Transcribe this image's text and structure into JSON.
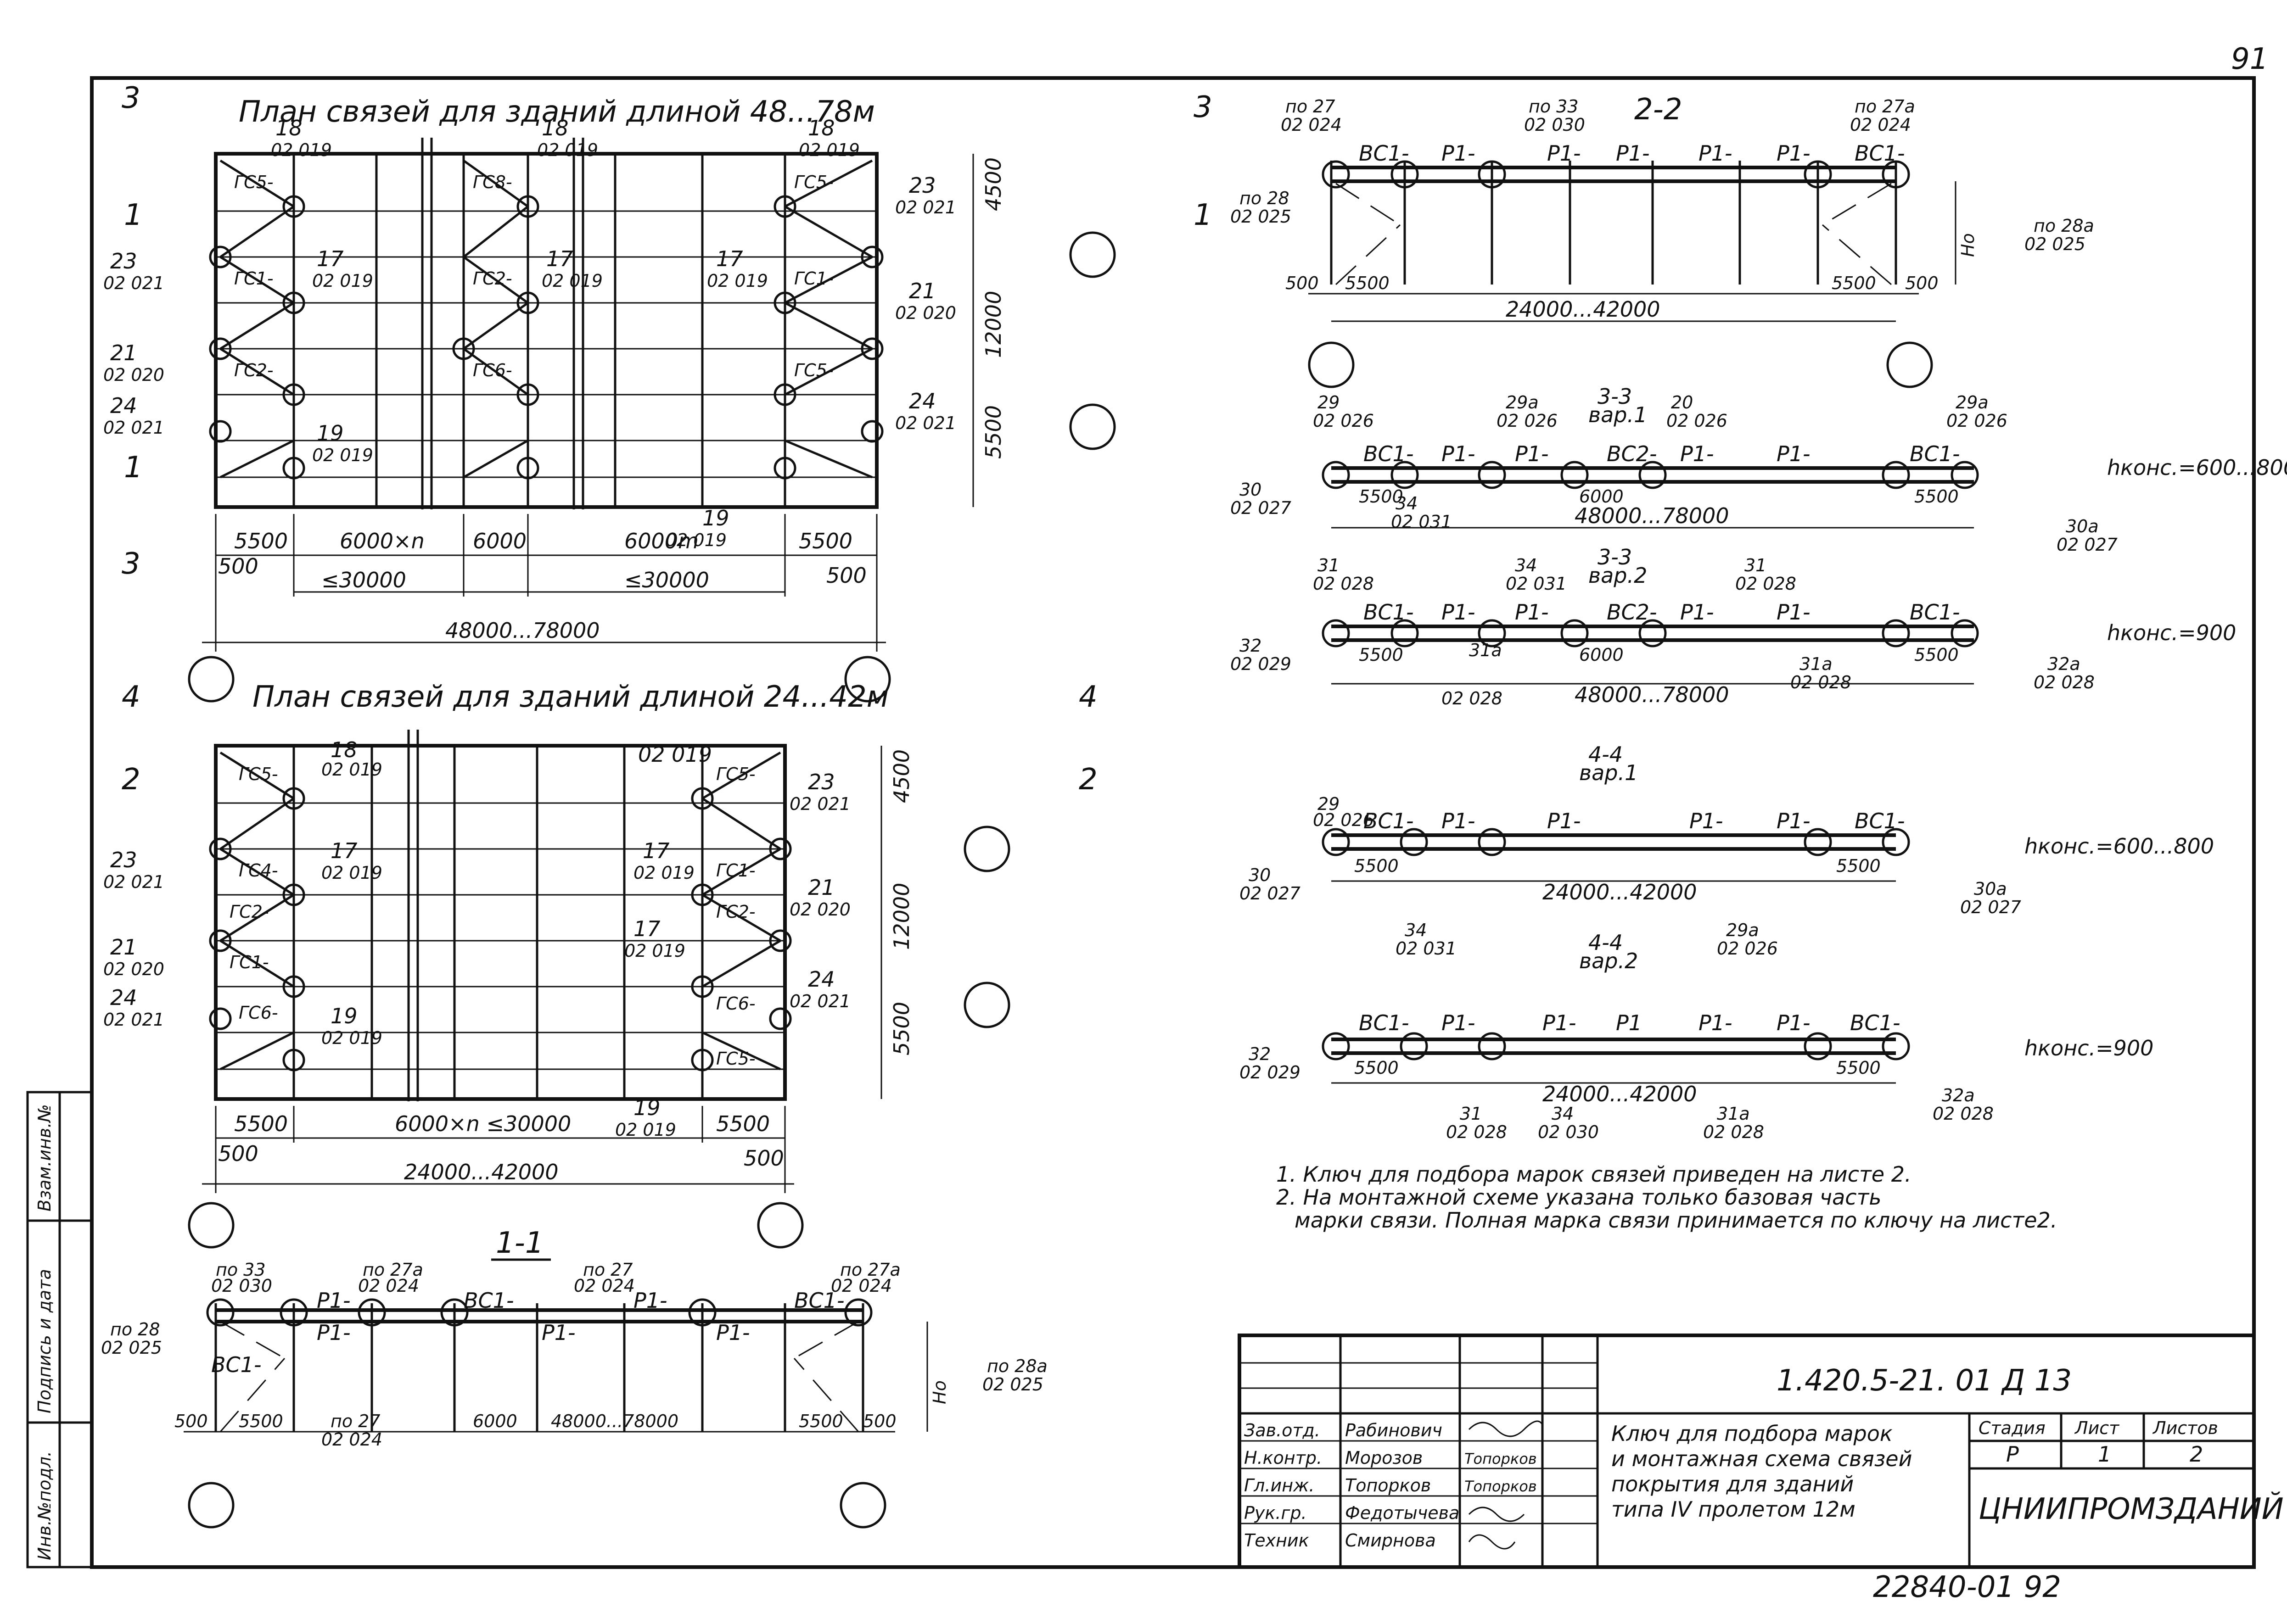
{
  "sheet_number": "91",
  "plan_48_78": {
    "title": "План связей для зданий длиной 48...78м",
    "section_mark_3": "3",
    "section_mark_1": "1",
    "labels": [
      {
        "text": "18",
        "sub": "02 019"
      },
      {
        "text": "18",
        "sub": "02 019"
      },
      {
        "text": "18",
        "sub": "02 019"
      },
      {
        "text": "23",
        "sub": "02 021"
      },
      {
        "text": "23",
        "sub": "02 021"
      },
      {
        "text": "17",
        "sub": "02 019"
      },
      {
        "text": "17",
        "sub": "02 019"
      },
      {
        "text": "17",
        "sub": "02 019"
      },
      {
        "text": "21",
        "sub": "02 020"
      },
      {
        "text": "21",
        "sub": "02 020"
      },
      {
        "text": "24",
        "sub": "02 021"
      },
      {
        "text": "24",
        "sub": "02 021"
      },
      {
        "text": "19",
        "sub": "02 019"
      },
      {
        "text": "19",
        "sub": "02 019"
      }
    ],
    "brace_marks": [
      "ГС5-",
      "ГС8-",
      "ГС5-",
      "ГС1-",
      "ГС2-",
      "ГС1-",
      "ГС2-",
      "ГС6-",
      "ГС5-"
    ],
    "dims_bottom": [
      "5500",
      "6000×n",
      "6000",
      "6000m",
      "5500",
      "500",
      "500",
      "≤30000",
      "≤30000",
      "48000...78000"
    ],
    "dims_right": [
      "4500",
      "12000",
      "5500"
    ]
  },
  "plan_24_42": {
    "title": "План связей для зданий длиной 24...42м",
    "section_mark_4": "4",
    "section_mark_2": "2",
    "brace_marks": [
      "ГС5-",
      "ГС4-",
      "ГС2-",
      "ГС1-",
      "ГС6-",
      "ГС5-",
      "ГС1-",
      "ГС2-",
      "ГС6-",
      "ГС5-"
    ],
    "labels": [
      {
        "text": "23",
        "sub": "02 021"
      },
      {
        "text": "21",
        "sub": "02 020"
      },
      {
        "text": "24",
        "sub": "02 021"
      },
      {
        "text": "18",
        "sub": "02 019"
      },
      {
        "text": "17",
        "sub": "02 019"
      },
      {
        "text": "19",
        "sub": "02 019"
      }
    ],
    "dims_bottom": [
      "5500",
      "500",
      "6000×n ≤30000",
      "5500",
      "500",
      "24000...42000"
    ],
    "dims_right": [
      "4500",
      "12000",
      "5500"
    ]
  },
  "section_1_1": {
    "title": "1-1",
    "labels": [
      {
        "text": "по 33",
        "sub": "02 030"
      },
      {
        "text": "по 27а",
        "sub": "02 024"
      },
      {
        "text": "по 27",
        "sub": "02 024"
      },
      {
        "text": "по 27а",
        "sub": "02 024"
      },
      {
        "text": "по 28",
        "sub": "02 025"
      },
      {
        "text": "по 28а",
        "sub": "02 025"
      },
      {
        "text": "по 27",
        "sub": "02 024"
      }
    ],
    "members": [
      "ВС1-",
      "Р1-",
      "Р1-",
      "ВС1-",
      "Р1-",
      "Р1-",
      "Р1-",
      "ВС1-"
    ],
    "dims": [
      "500",
      "5500",
      "6000",
      "48000...78000",
      "5500",
      "500"
    ],
    "height": "Но"
  },
  "section_2_2": {
    "title": "2-2",
    "labels": [
      {
        "text": "по 27",
        "sub": "02 024"
      },
      {
        "text": "по 33",
        "sub": "02 030"
      },
      {
        "text": "по 27а",
        "sub": "02 024"
      },
      {
        "text": "по 28",
        "sub": "02 025"
      },
      {
        "text": "по 28а",
        "sub": "02 025"
      }
    ],
    "members": [
      "ВС1-",
      "Р1-",
      "Р1-",
      "Р1-",
      "Р1-",
      "Р1-",
      "ВС1-"
    ],
    "dims": [
      "500",
      "5500",
      "24000...42000",
      "5500",
      "500"
    ],
    "height": "Но"
  },
  "section_3_3_v1": {
    "title": "3-3",
    "variant": "вар.1",
    "labels": [
      {
        "text": "29",
        "sub": "02 026"
      },
      {
        "text": "29а",
        "sub": "02 026"
      },
      {
        "text": "20",
        "sub": "02 026"
      },
      {
        "text": "29а",
        "sub": "02 026"
      },
      {
        "text": "30",
        "sub": "02 027"
      },
      {
        "text": "34",
        "sub": "02 031"
      },
      {
        "text": "30а",
        "sub": "02 027"
      }
    ],
    "members": [
      "ВС1-",
      "Р1-",
      "Р1-",
      "ВС2-",
      "Р1-",
      "Р1-",
      "ВС1-"
    ],
    "dims": [
      "5500",
      "6000",
      "48000...78000",
      "5500"
    ],
    "h": "hконс.=600...800"
  },
  "section_3_3_v2": {
    "title": "3-3",
    "variant": "вар.2",
    "labels": [
      {
        "text": "31",
        "sub": "02 028"
      },
      {
        "text": "34",
        "sub": "02 031"
      },
      {
        "text": "31",
        "sub": "02 028"
      },
      {
        "text": "32",
        "sub": "02 029"
      },
      {
        "text": "31а",
        "sub": "02 028"
      },
      {
        "text": "31а",
        "sub": "02 028"
      },
      {
        "text": "32а",
        "sub": "02 028"
      }
    ],
    "members": [
      "ВС1-",
      "Р1-",
      "Р1-",
      "ВС2-",
      "Р1-",
      "Р1-",
      "ВС1-"
    ],
    "dims": [
      "5500",
      "6000",
      "48000...78000",
      "5500"
    ],
    "h": "hконс.=900"
  },
  "section_4_4_v1": {
    "title": "4-4",
    "variant": "вар.1",
    "labels": [
      {
        "text": "29",
        "sub": "02 026"
      },
      {
        "text": "30",
        "sub": "02 027"
      },
      {
        "text": "34",
        "sub": "02 031"
      },
      {
        "text": "29а",
        "sub": "02 026"
      },
      {
        "text": "30а",
        "sub": "02 027"
      }
    ],
    "members": [
      "ВС1-",
      "Р1-",
      "Р1-",
      "Р1-",
      "Р1-",
      "ВС1-"
    ],
    "dims": [
      "5500",
      "24000...42000",
      "5500"
    ],
    "h": "hконс.=600...800"
  },
  "section_4_4_v2": {
    "title": "4-4",
    "variant": "вар.2",
    "labels": [
      {
        "text": "32",
        "sub": "02 029"
      },
      {
        "text": "31",
        "sub": "02 028"
      },
      {
        "text": "34",
        "sub": "02 030"
      },
      {
        "text": "31а",
        "sub": "02 028"
      },
      {
        "text": "32а",
        "sub": "02 028"
      }
    ],
    "members": [
      "ВС1-",
      "Р1-",
      "Р1-",
      "Р1",
      "Р1-",
      "Р1-",
      "ВС1-"
    ],
    "dims": [
      "5500",
      "24000...42000",
      "5500"
    ],
    "h": "hконс.=900"
  },
  "notes": [
    "1. Ключ для подбора марок связей приведен на листе 2.",
    "2. На монтажной схеме указана только базовая часть",
    "марки связи. Полная марка связи принимается по ключу на листе2."
  ],
  "title_block": {
    "doc_code": "1.420.5-21. 01 Д 13",
    "description_lines": [
      "Ключ для подбора марок",
      "и монтажная схема связей",
      "покрытия для зданий",
      "типа IV пролетом 12м"
    ],
    "roles": [
      {
        "role": "Зав.отд.",
        "name": "Рабинович"
      },
      {
        "role": "Н.контр.",
        "name": "Морозов"
      },
      {
        "role": "Гл.инж.",
        "name": "Топорков"
      },
      {
        "role": "Рук.гр.",
        "name": "Федотычева"
      },
      {
        "role": "Техник",
        "name": "Смирнова"
      }
    ],
    "signatures": [
      "Топорков",
      "Топорков"
    ],
    "stage_header": "Стадия",
    "sheet_header": "Лист",
    "sheets_header": "Листов",
    "stage": "Р",
    "sheet": "1",
    "sheets": "2",
    "organization": "ЦНИИПРОМЗДАНИЙ"
  },
  "side_stamp": [
    "Инв.№подл.",
    "Подпись и дата",
    "Взам.инв.№"
  ],
  "bottom_code": "22840-01 92"
}
